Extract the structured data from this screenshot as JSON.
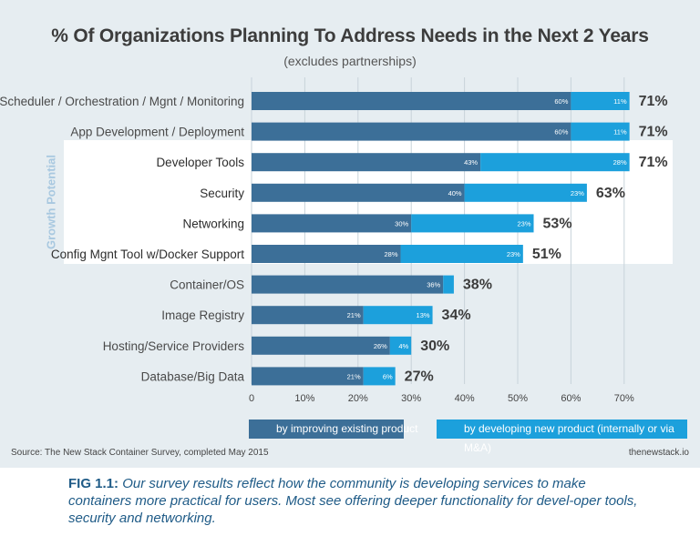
{
  "title": "% Of Organizations Planning To Address Needs in the Next 2 Years",
  "subtitle": "(excludes partnerships)",
  "group_label": "Growth Potential",
  "source": "Source: The New Stack Container Survey, completed May 2015",
  "site": "thenewstack.io",
  "caption": {
    "label": "FIG 1.1:",
    "text": "Our survey results reflect how the community is developing services to make containers more practical for users. Most see offering deeper functionality for devel-oper tools, security and networking."
  },
  "colors": {
    "improving": "#3c6f98",
    "new_product": "#1ca0dc",
    "grid": "#c8d3da",
    "panel": "#e6edf1"
  },
  "chart_data": {
    "type": "bar",
    "orientation": "horizontal",
    "stacked": true,
    "categories": [
      "Scheduler / Orchestration / Mgnt / Monitoring",
      "App Development / Deployment",
      "Developer Tools",
      "Security",
      "Networking",
      "Config Mgnt Tool w/Docker Support",
      "Container/OS",
      "Image Registry",
      "Hosting/Service Providers",
      "Database/Big Data"
    ],
    "highlighted": [
      false,
      false,
      true,
      true,
      true,
      true,
      false,
      false,
      false,
      false
    ],
    "series": [
      {
        "name": "by improving existing product",
        "values": [
          60,
          60,
          43,
          40,
          30,
          28,
          36,
          21,
          26,
          21
        ],
        "labels": [
          "60%",
          "60%",
          "43%",
          "40%",
          "30%",
          "28%",
          "36%",
          "21%",
          "26%",
          "21%"
        ]
      },
      {
        "name": "by developing new product (internally or via M&A)",
        "values": [
          11,
          11,
          28,
          23,
          23,
          23,
          2,
          13,
          4,
          6
        ],
        "labels": [
          "11%",
          "11%",
          "28%",
          "23%",
          "23%",
          "23%",
          "",
          "13%",
          "4%",
          "6%"
        ]
      }
    ],
    "totals": [
      "71%",
      "71%",
      "71%",
      "63%",
      "53%",
      "51%",
      "38%",
      "34%",
      "30%",
      "27%"
    ],
    "xlim": [
      0,
      70
    ],
    "xticks": [
      0,
      10,
      20,
      30,
      40,
      50,
      60,
      70
    ],
    "xtick_labels": [
      "0",
      "10%",
      "20%",
      "30%",
      "40%",
      "50%",
      "60%",
      "70%"
    ],
    "grid": true,
    "legend_position": "bottom"
  }
}
